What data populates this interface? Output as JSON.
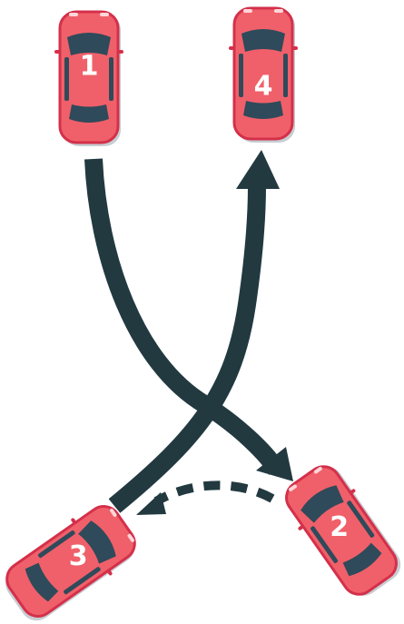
{
  "colors": {
    "path": "#223940",
    "car_body": "#f0606a",
    "car_outline": "#d4304a",
    "car_glass": "#2f4a5a",
    "car_shadow": "#c7cdd3",
    "label_text": "#ffffff"
  },
  "cars": [
    {
      "id": "car-1",
      "label": "1"
    },
    {
      "id": "car-2",
      "label": "2"
    },
    {
      "id": "car-3",
      "label": "3"
    },
    {
      "id": "car-4",
      "label": "4"
    }
  ],
  "paths": [
    {
      "id": "path-1-to-2",
      "style": "solid"
    },
    {
      "id": "path-3-to-4",
      "style": "solid"
    },
    {
      "id": "path-2-to-3",
      "style": "dashed"
    }
  ]
}
